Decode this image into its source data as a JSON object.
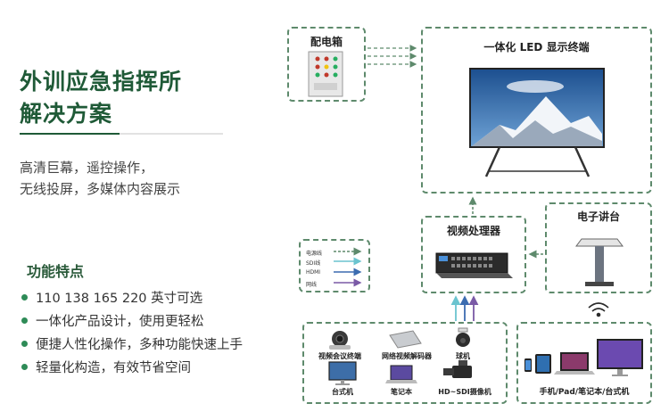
{
  "title": {
    "line1": "外训应急指挥所",
    "line2": "解决方案"
  },
  "subtitle": {
    "line1": "高清巨幕，遥控操作，",
    "line2": "无线投屏，多媒体内容展示"
  },
  "features": {
    "heading": "功能特点",
    "items": [
      "110 138 165 220 英寸可选",
      "一体化产品设计，使用更轻松",
      "便捷人性化操作，多种功能快速上手",
      "轻量化构造，有效节省空间"
    ]
  },
  "diagram": {
    "distribution_box": "配电箱",
    "led_display": "一体化 LED 显示终端",
    "video_processor": "视频处理器",
    "podium": "电子讲台",
    "legend": [
      "电源线",
      "SDI线",
      "HDMI",
      "网线"
    ],
    "sources": {
      "conference": "视频会议终端",
      "decoder": "网络视频解码器",
      "dome_camera": "球机",
      "desktop": "台式机",
      "laptop": "笔记本",
      "hd_camera": "HD~SDI摄像机"
    },
    "wireless_devices": "手机/Pad/笔记本/台式机"
  },
  "colors": {
    "accent": "#1f5a37",
    "box_border": "#5e8a6c",
    "arrow_green": "#5e8a6c",
    "arrow_sdi": "#6bc4cf",
    "arrow_hdmi": "#3c6cb0",
    "arrow_net": "#7a5aa6"
  }
}
